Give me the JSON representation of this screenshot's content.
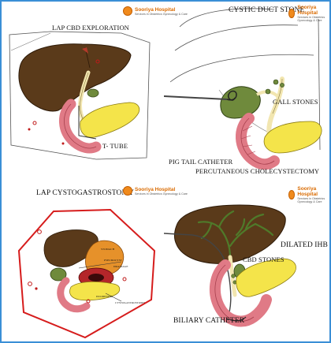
{
  "brand": {
    "name": "Sooriya Hospital",
    "tagline": "Services in Obstetrics Gynecology & Care"
  },
  "panels": [
    {
      "id": "tl",
      "title": "LAP CBD EXPLORATION",
      "labels": [
        "T- TUBE"
      ]
    },
    {
      "id": "tr",
      "title": "CYSTIC DUCT STONE",
      "labels": [
        "GALL STONES",
        "PIG TAIL CATHETER",
        "PERCUTANEOUS CHOLECYSTECTOMY"
      ]
    },
    {
      "id": "bl",
      "title": "LAP CYSTOGASTROSTOMY",
      "labels": [
        "STOMACH",
        "PSEUDOCYST",
        "DRAINAGE",
        "DUODENUM",
        "CYSTOGASTROSTOMY"
      ]
    },
    {
      "id": "br",
      "title": "",
      "labels": [
        "DILATED IHBR",
        "CBD STONES",
        "BILIARY CATHETER"
      ]
    }
  ],
  "colors": {
    "frame": "#3b8fd6",
    "liver": "#5a3a1a",
    "gallbladder": "#6f8a3c",
    "pancreas": "#f4e44a",
    "duodenum": "#e07a86",
    "duct": "#f2e6b0",
    "hexagon": "#d61c1c",
    "stomach": "#e6912a"
  }
}
